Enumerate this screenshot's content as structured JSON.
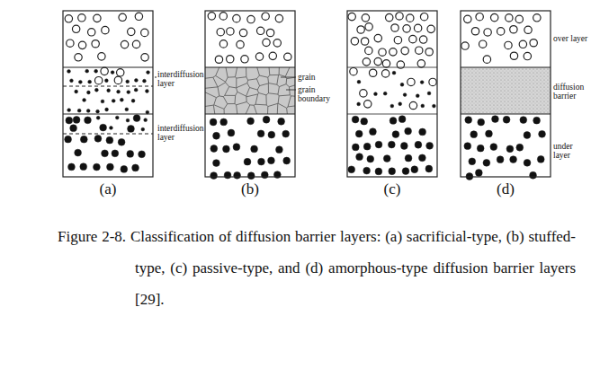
{
  "diagram": {
    "caption": "Figure 2-8. Classification of diffusion barrier layers: (a) sacrificial-type, (b) stuffed-type, (c) passive-type, and (d) amorphous-type diffusion barrier layers [29].",
    "labels": [
      "interdiffusion layer",
      "interdiffusion layer",
      "grain",
      "grain boundary",
      "over layer",
      "diffusion barrier",
      "under layer",
      "(a)",
      "(b)",
      "(c)",
      "(d)"
    ]
  }
}
